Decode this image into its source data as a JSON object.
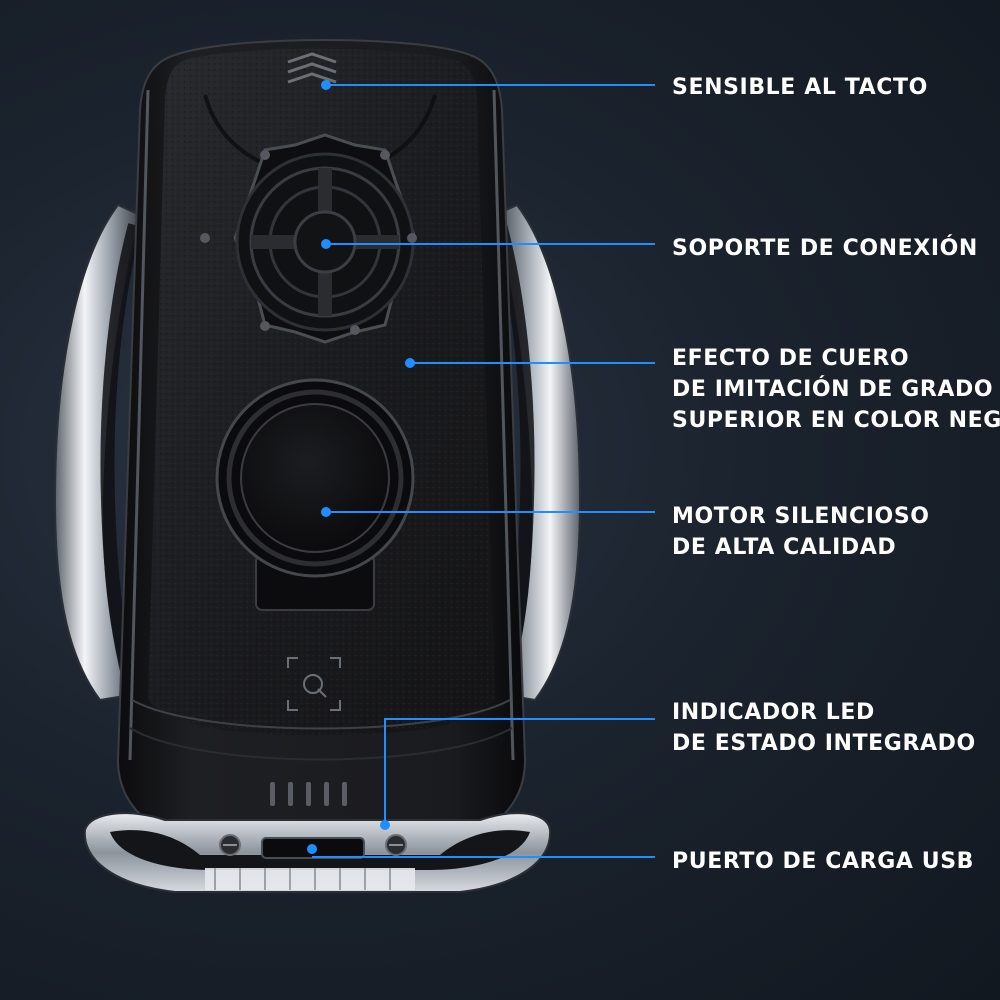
{
  "callouts": [
    {
      "id": "touch",
      "lines": [
        "SENSIBLE AL TACTO"
      ]
    },
    {
      "id": "mount",
      "lines": [
        "SOPORTE DE CONEXIÓN"
      ]
    },
    {
      "id": "leather",
      "lines": [
        "EFECTO DE CUERO",
        "DE IMITACIÓN DE GRADO",
        "SUPERIOR EN COLOR NEGRO"
      ]
    },
    {
      "id": "motor",
      "lines": [
        "MOTOR SILENCIOSO",
        "DE ALTA CALIDAD"
      ]
    },
    {
      "id": "led",
      "lines": [
        "INDICADOR LED",
        "DE ESTADO INTEGRADO"
      ]
    },
    {
      "id": "usb",
      "lines": [
        "PUERTO DE CARGA USB"
      ]
    }
  ],
  "colors": {
    "background": "#1b232e",
    "leader_line": "#1f8fff",
    "label_text": "#ffffff",
    "body_black": "#141414",
    "chrome": "#c9ced6"
  }
}
